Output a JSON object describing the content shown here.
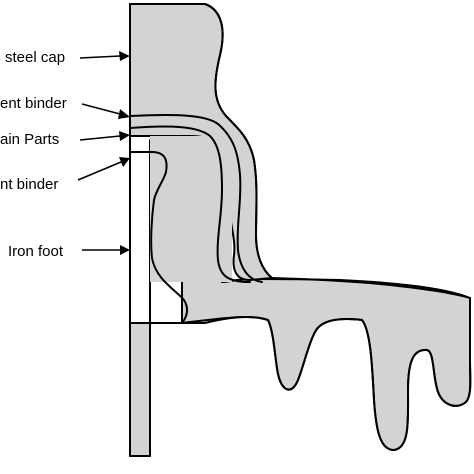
{
  "labels": {
    "steel_cap": "steel cap",
    "cement_binder_upper": "ent binder",
    "porcelain_parts": "ain Parts",
    "cement_binder_lower": "nt binder",
    "iron_foot": "Iron foot"
  },
  "colors": {
    "fill": "#d3d3d3",
    "stroke": "#000000",
    "background": "#ffffff"
  }
}
